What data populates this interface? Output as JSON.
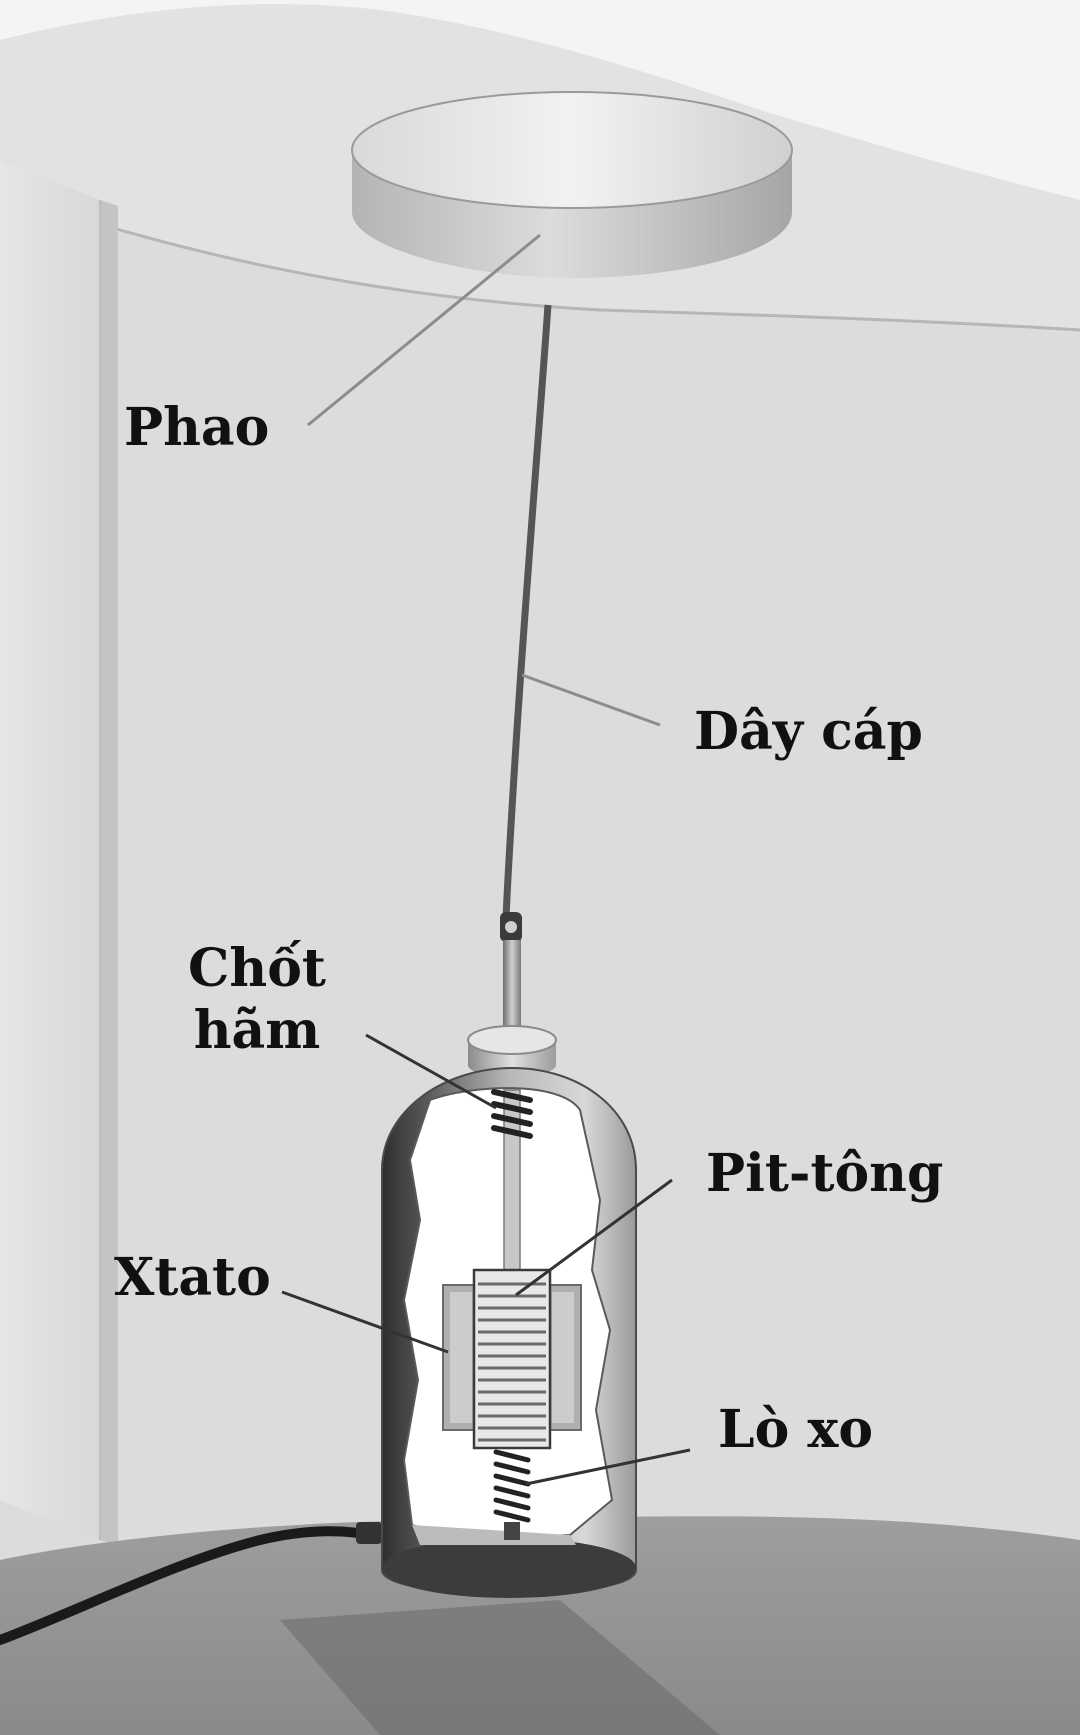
{
  "labels": {
    "phao": "Phao",
    "day_cap": "Dây cáp",
    "chot_ham_line1": "Chốt",
    "chot_ham_line2": "hãm",
    "pit_tong": "Pit-tông",
    "xtato": "Xtato",
    "lo_xo": "Lò xo"
  }
}
